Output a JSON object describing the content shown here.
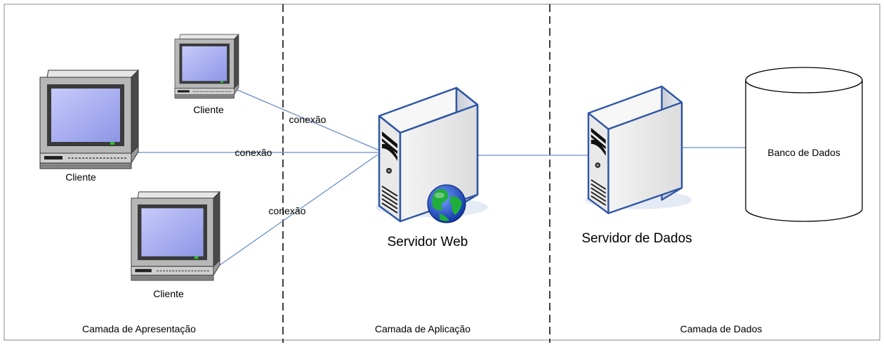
{
  "layers": {
    "presentation": "Camada de Apresentação",
    "application": "Camada de Aplicação",
    "data": "Camada de Dados"
  },
  "clients": [
    {
      "label": "Cliente"
    },
    {
      "label": "Cliente"
    },
    {
      "label": "Cliente"
    }
  ],
  "connections": [
    {
      "label": "conexão"
    },
    {
      "label": "conexão"
    },
    {
      "label": "conexão"
    }
  ],
  "servers": {
    "web": "Servidor Web",
    "data": "Servidor de Dados"
  },
  "database": {
    "label": "Banco de Dados"
  },
  "colors": {
    "link": "#6b8fc4",
    "screen": "#aab0f0",
    "server_outline": "#2e56a6"
  },
  "icons": [
    "computer-icon",
    "server-icon",
    "globe-icon",
    "database-icon"
  ]
}
